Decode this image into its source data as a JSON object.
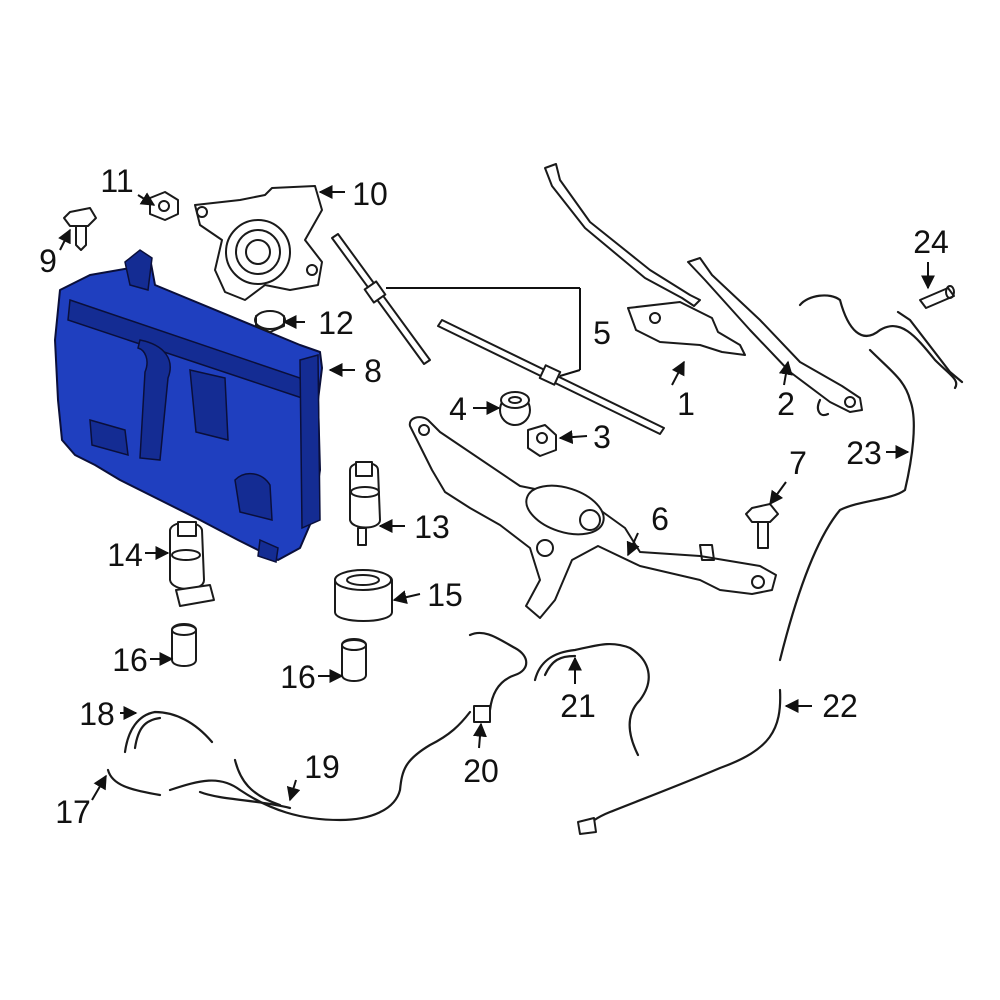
{
  "diagram": {
    "highlight_color": "#1f3fbf",
    "highlight_dark": "#142c93",
    "callouts": {
      "c1": "1",
      "c2": "2",
      "c3": "3",
      "c4": "4",
      "c5": "5",
      "c6": "6",
      "c7": "7",
      "c8": "8",
      "c9": "9",
      "c10": "10",
      "c11": "11",
      "c12": "12",
      "c13": "13",
      "c14": "14",
      "c15": "15",
      "c16a": "16",
      "c16b": "16",
      "c17": "17",
      "c18": "18",
      "c19": "19",
      "c20": "20",
      "c21": "21",
      "c22": "22",
      "c23": "23",
      "c24": "24"
    }
  }
}
